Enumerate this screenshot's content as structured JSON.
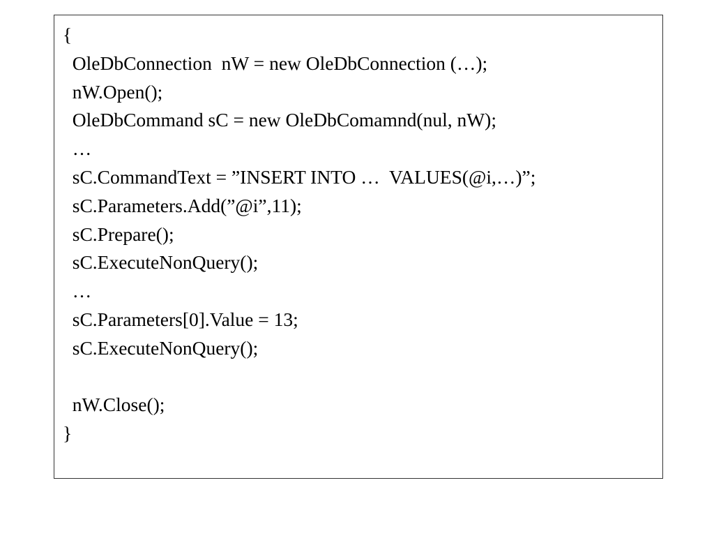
{
  "code_block": {
    "lines": [
      "{",
      "  OleDbConnection  nW = new OleDbConnection (…);",
      "  nW.Open();",
      "  OleDbCommand sC = new OleDbComamnd(nul, nW);",
      "  …",
      "  sC.CommandText = ”INSERT INTO …  VALUES(@i,…)”;",
      "  sC.Parameters.Add(”@i”,11);",
      "  sC.Prepare();",
      "  sC.ExecuteNonQuery();",
      "  …",
      "  sC.Parameters[0].Value = 13;",
      "  sC.ExecuteNonQuery();",
      "",
      "  nW.Close();",
      "}"
    ]
  }
}
